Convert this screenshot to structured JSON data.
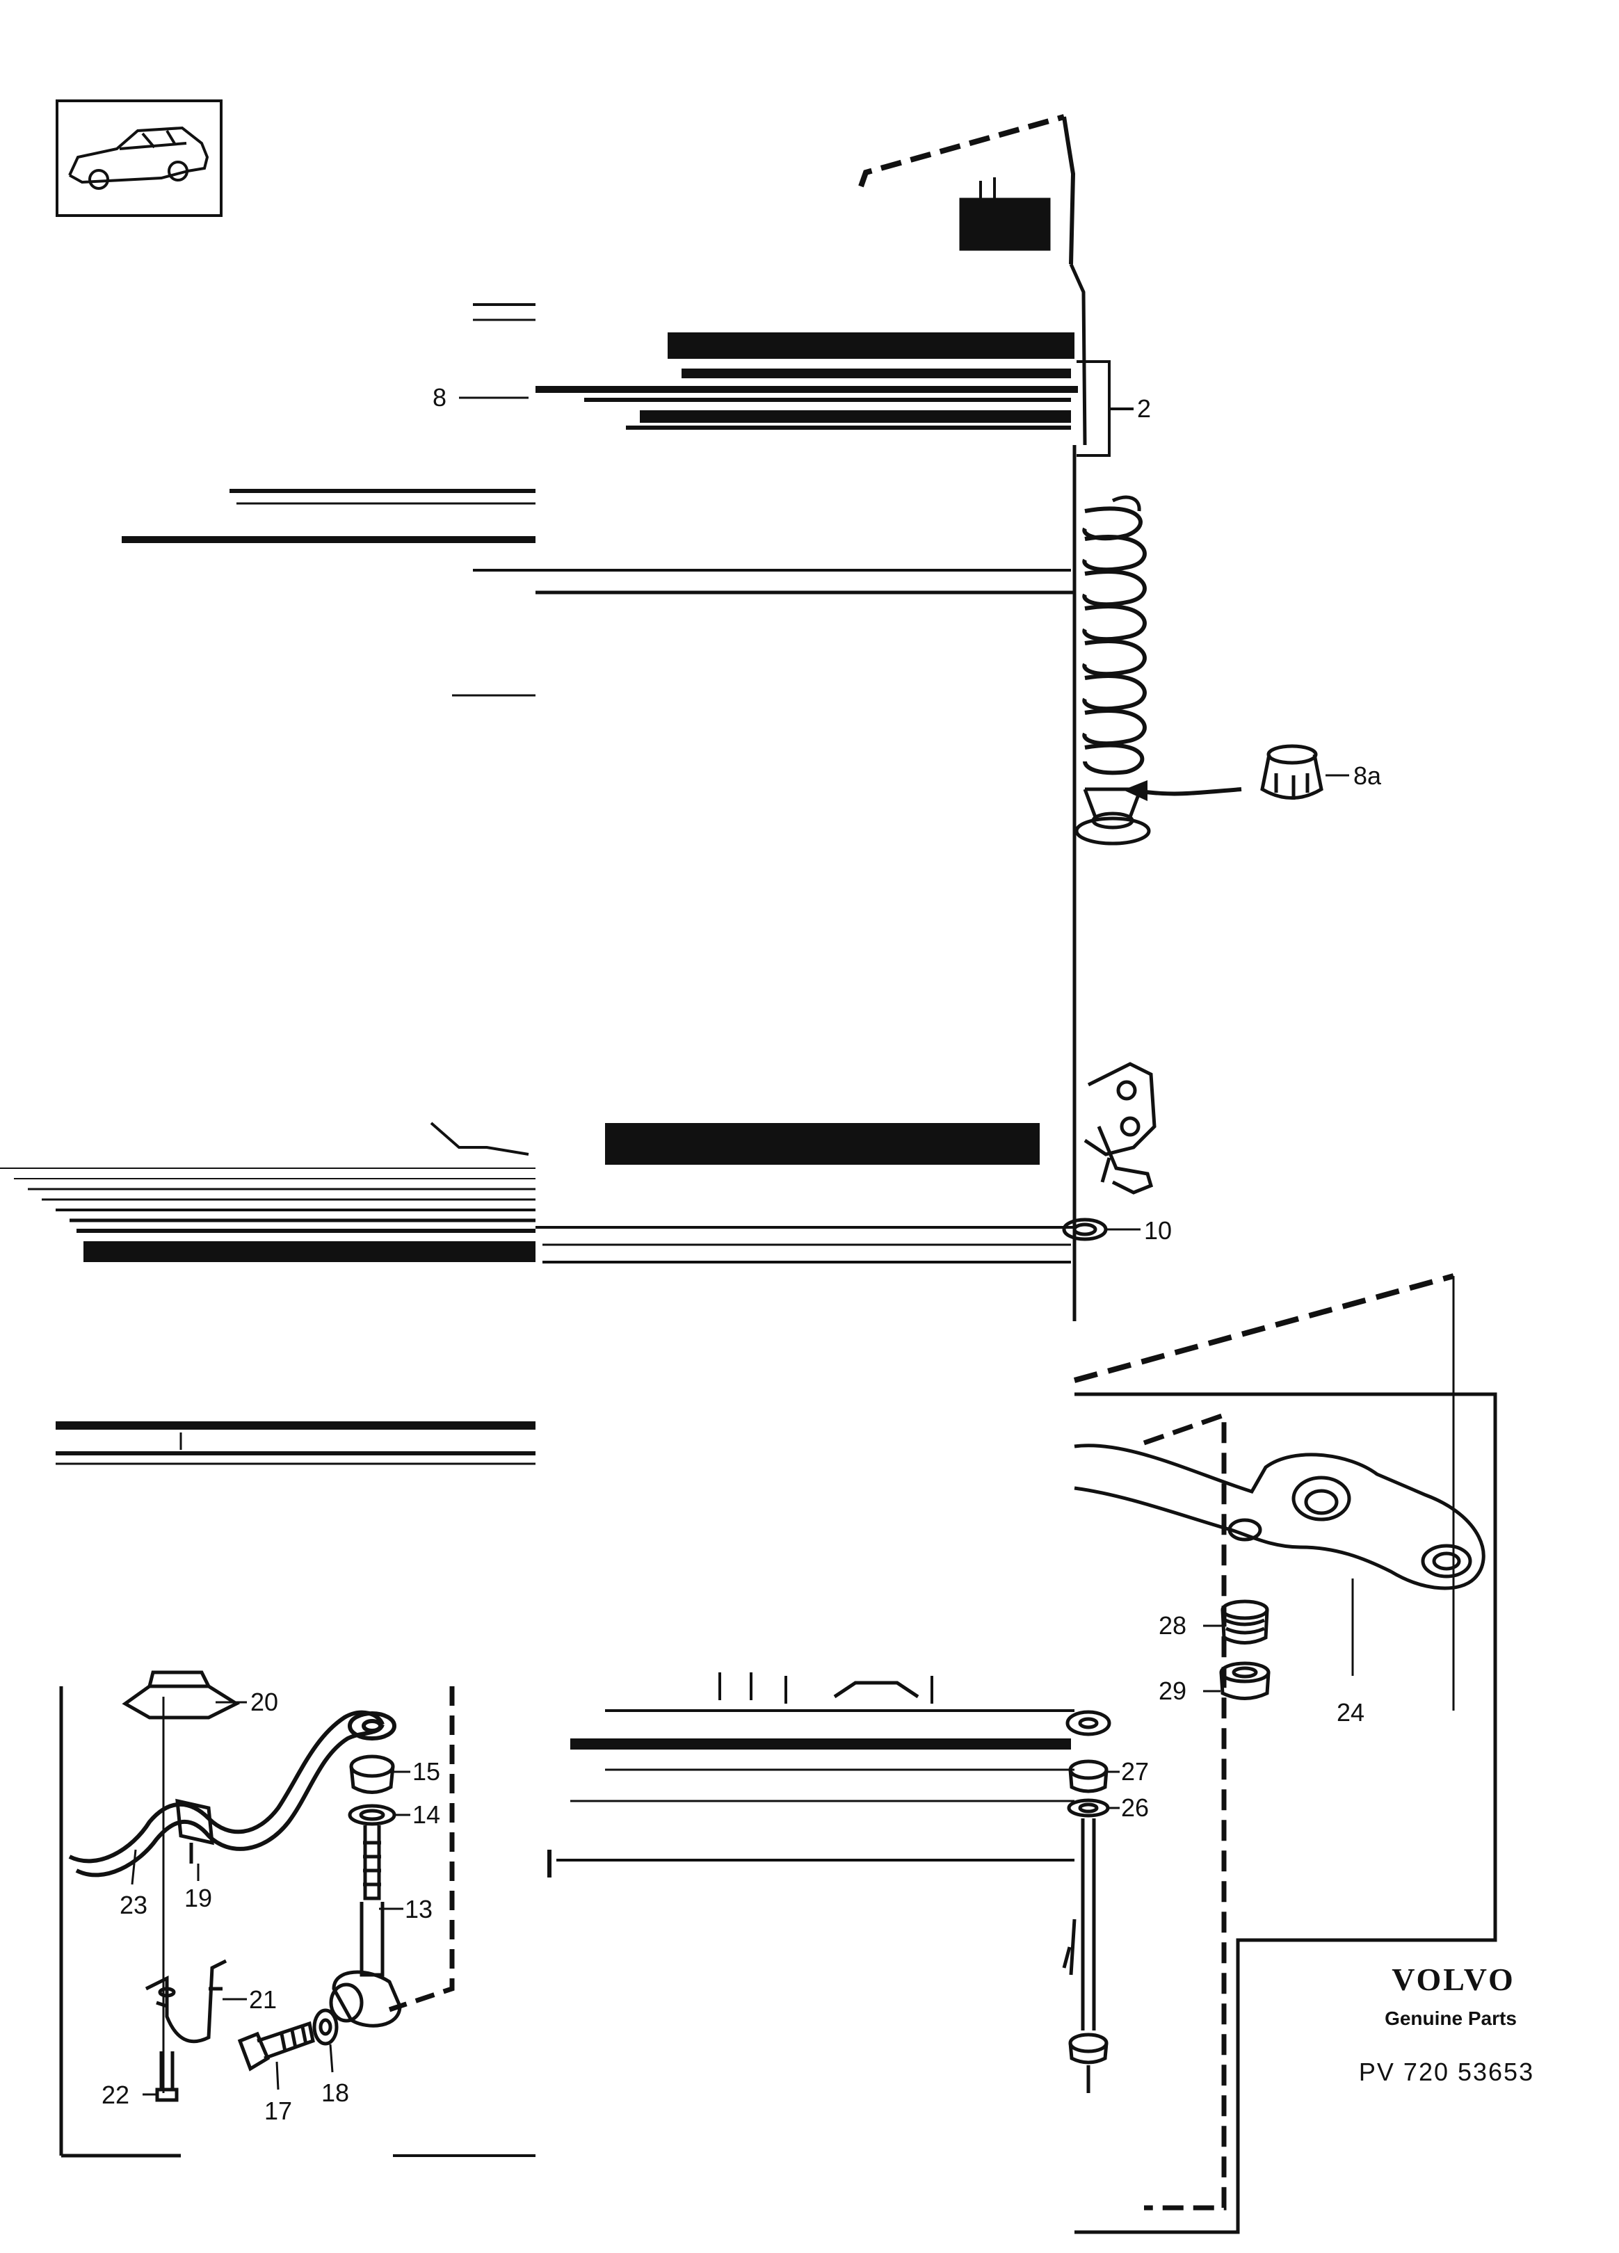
{
  "figure": {
    "brand": "VOLVO",
    "tagline": "Genuine Parts",
    "drawing_number": "PV 720 53653"
  },
  "callouts": [
    "8",
    "2",
    "8a",
    "10",
    "20",
    "15",
    "14",
    "13",
    "23",
    "19",
    "21",
    "22",
    "17",
    "18",
    "27",
    "26",
    "28",
    "29",
    "24"
  ],
  "icons": {
    "vehicle_thumbnail": "sedan-car-icon"
  },
  "colors": {
    "ink": "#111111",
    "paper": "#ffffff"
  }
}
